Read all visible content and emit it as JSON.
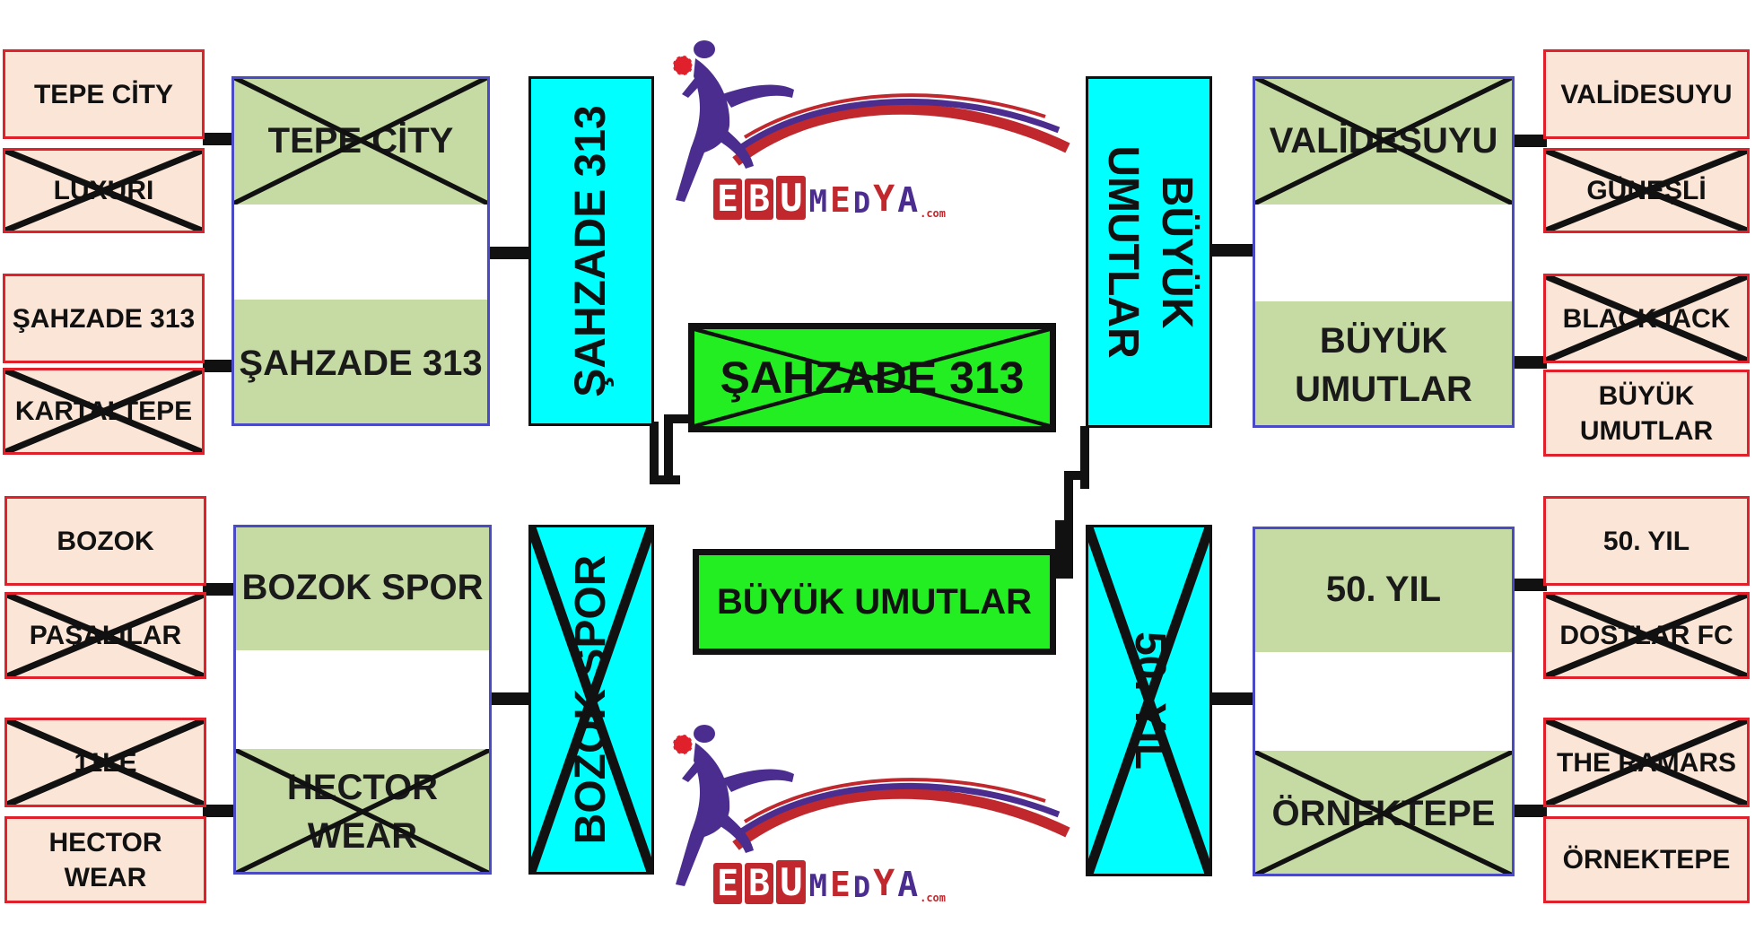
{
  "left_r1": {
    "t1": "TEPE CİTY",
    "t2": "LUXURI",
    "t3": "ŞAHZADE 313",
    "t4": "KARTALTEPE",
    "t5": "BOZOK",
    "t6": "PAŞALILAR",
    "t7": "11LE",
    "t8": "HECTOR WEAR"
  },
  "left_qf": {
    "top_a": "TEPE CİTY",
    "top_b": "ŞAHZADE 313",
    "bot_a": "BOZOK SPOR",
    "bot_b": "HECTOR WEAR"
  },
  "left_sf": {
    "top": "ŞAHZADE 313",
    "bottom": "BOZOK SPOR"
  },
  "final": {
    "top": "ŞAHZADE 313",
    "bottom": "BÜYÜK UMUTLAR"
  },
  "right_sf": {
    "top": "BÜYÜK UMUTLAR",
    "bottom": "50. YIL"
  },
  "right_qf": {
    "top_a": "VALİDESUYU",
    "top_b": "BÜYÜK UMUTLAR",
    "bot_a": "50. YIL",
    "bot_b": "ÖRNEKTEPE"
  },
  "right_r1": {
    "t1": "VALİDESUYU",
    "t2": "GÜNEŞLİ",
    "t3": "BLACKJACK",
    "t4": "BÜYÜK UMUTLAR",
    "t5": "50. YIL",
    "t6": "DOSTLAR FC",
    "t7": "THE RAMARS",
    "t8": "ÖRNEKTEPE"
  },
  "logo": {
    "letters": [
      "E",
      "B",
      "U",
      "M",
      "E",
      "D",
      "Y",
      "A"
    ],
    "suffix": ".com"
  },
  "colors": {
    "team_fill": "#fbe5d6",
    "team_border": "#e0202a",
    "box_fill": "#c5dba3",
    "frame": "#4a4ac4",
    "semi_fill": "#00ffff",
    "final_fill": "#22ee22",
    "logo_red": "#c0282d",
    "logo_purple": "#4b2d8f"
  }
}
